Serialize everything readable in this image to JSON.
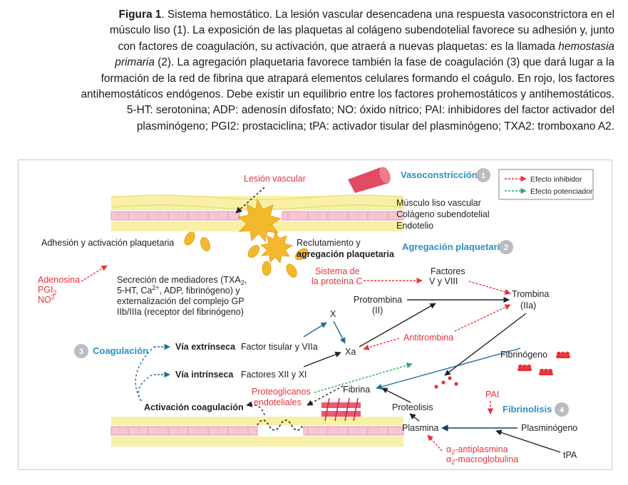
{
  "caption": {
    "figure_label": "Figura 1",
    "line1_rest": ". Sistema hemostático. La lesión vascular desencadena una respuesta vasoconstrictora en el",
    "line2": "músculo liso (1). La exposición de las plaquetas al colágeno subendotelial favorece su adhesión y, junto",
    "line3_a": "con factores de coagulación, su activación, que atraerá a nuevas plaquetas: es la llamada ",
    "line3_italic": "hemostasia",
    "line4_italic": "primaria",
    "line4_rest": " (2). La agregación plaquetaria favorece también la fase de coagulación (3) que dará lugar a la",
    "line5": "formación de la red de fibrina que atrapará elementos celulares formando el coágulo. En rojo, los factores",
    "line6": "antihemostáticos endógenos. Debe existir un equilibrio entre los factores prohemostáticos y antihemostáticos.",
    "line7": "5-HT: serotonina; ADP: adenosín difosfato; NO: óxido nítrico; PAI: inhibidores del factor activador del",
    "line8": "plasminógeno; PGI2: prostaciclina; tPA: activador tisular del plasminógeno; TXA2: tromboxano A2."
  },
  "legend": {
    "inhibitory": "Efecto inhibidor",
    "potentiating": "Efecto potenciador"
  },
  "stages": {
    "vasoconstriccion": "Vasoconstricción",
    "agregacion": "Agregación plaquetaria",
    "coagulacion": "Coagulación",
    "fibrinolisis": "Fibrinolisis",
    "n1": "1",
    "n2": "2",
    "n3": "3",
    "n4": "4"
  },
  "labels": {
    "lesion": "Lesión vascular",
    "musculo": "Músculo liso vascular",
    "colageno": "Colágeno subendotelial",
    "endotelio": "Endotelio",
    "adhesion": "Adhesión y activación plaquetaria",
    "reclutamiento_1": "Reclutamiento y",
    "reclutamiento_2": "agregación plaquetaria",
    "adenosina": "Adenosina",
    "pgi": "PGI",
    "pgi_sub": "2",
    "no": "NO",
    "no_sub": "2",
    "secrecion_1": "Secreción de mediadores (TXA",
    "secrecion_1_sub": "2",
    "secrecion_1_end": ",",
    "secrecion_2a": "5-HT, Ca",
    "secrecion_2_sup": "2+",
    "secrecion_2b": ", ADP, fibrinógeno) y",
    "secrecion_3": "externalización del complejo GP",
    "secrecion_4": "IIb/IIIa (receptor del fibrinógeno)",
    "sistema_c_1": "Sistema de",
    "sistema_c_2": "la proteína C",
    "factores_1": "Factores",
    "factores_2": "V y VIII",
    "trombina_1": "Trombina",
    "trombina_2": "(IIa)",
    "protrombina_1": "Protrombina",
    "protrombina_2": "(II)",
    "x": "X",
    "xa": "Xa",
    "antitrombina": "Antitrombina",
    "via_extrinseca": "Vía extrínseca",
    "factor_tisular": "Factor tisular y VIIa",
    "via_intrinseca": "Vía intrínseca",
    "factores_xii": "Factores XII y XI",
    "fibrinogeno": "Fibrinógeno",
    "proteoglicanos_1": "Proteoglicanos",
    "proteoglicanos_2": "endoteliales",
    "fibrina": "Fibrina",
    "pai": "PAI",
    "activacion": "Activación coagulación",
    "proteolisis": "Proteolisis",
    "plasmina": "Plasmina",
    "plasminogeno": "Plasminógeno",
    "antiplasmina": "-antiplasmina",
    "antiplasmina_sym": "α",
    "antiplasmina_sub": "2",
    "macroglobulina": "-macroglobulina",
    "macroglobulina_sym": "α",
    "macroglobulina_sub": "2",
    "tpa": "tPA"
  },
  "colors": {
    "red": "#e8333c",
    "green": "#2fa870",
    "blue_arrow": "#1f6d99",
    "blue_label": "#2b8fc8",
    "stage_circle": "#b9bcc0",
    "endothelium_pink": "#f6c6d2",
    "collagen_yellow": "#f8f0a6",
    "platelet_orange": "#f4b82c"
  }
}
